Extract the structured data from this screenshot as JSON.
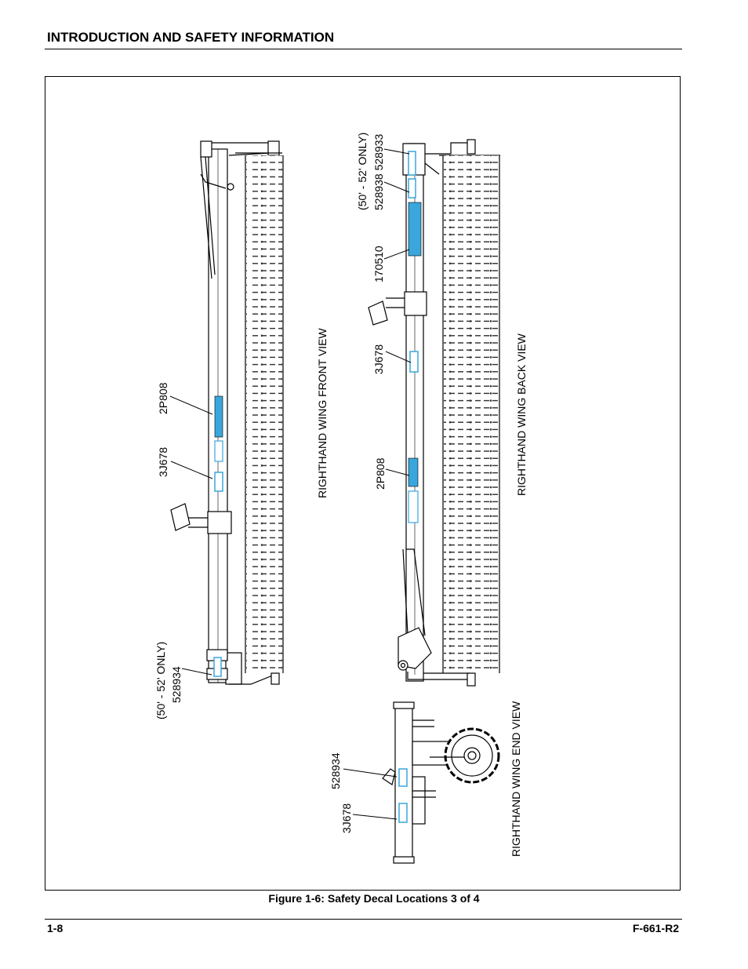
{
  "header": {
    "title": "INTRODUCTION AND SAFETY INFORMATION"
  },
  "figure": {
    "caption": "Figure 1-6:  Safety Decal Locations 3 of 4",
    "front_view": {
      "title": "RIGHTHAND WING FRONT VIEW",
      "labels": {
        "a": "2P808",
        "b": "3J678",
        "c": "(50' - 52' ONLY)",
        "d": "528934"
      }
    },
    "back_view": {
      "title": "RIGHTHAND WING BACK VIEW",
      "labels": {
        "a": "(50' - 52' ONLY)",
        "b": "528938  528933",
        "c": "170510",
        "d": "3J678",
        "e": "2P808"
      }
    },
    "end_view": {
      "title": "RIGHTHAND WING END VIEW",
      "labels": {
        "a": "528934",
        "b": "3J678"
      }
    },
    "decal_color": "#3aa6dc"
  },
  "footer": {
    "page": "1-8",
    "doc": "F-661-R2"
  }
}
